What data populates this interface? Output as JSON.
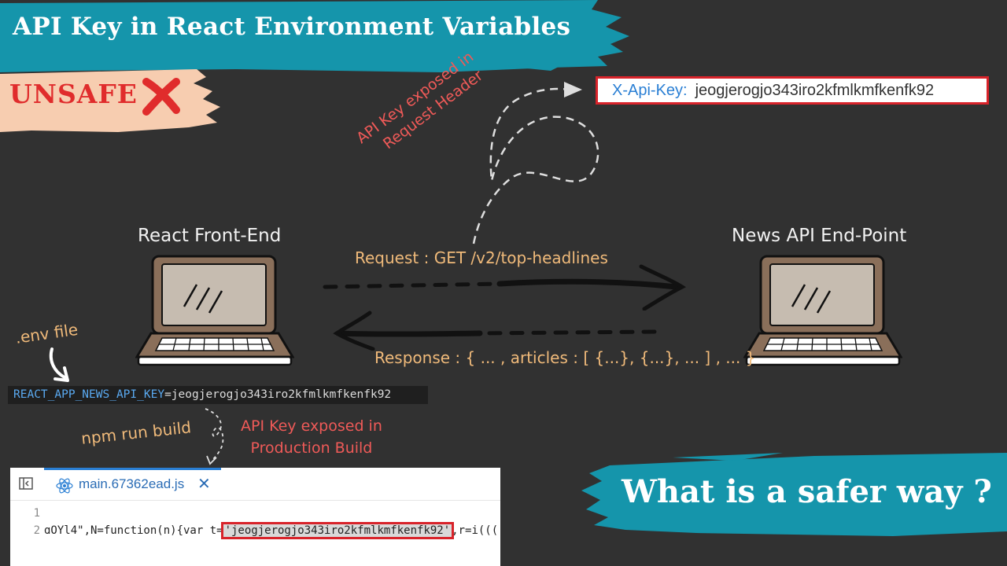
{
  "title": "API Key in React Environment Variables",
  "unsafe_label": "UNSAFE",
  "header_box": {
    "key": "X-Api-Key:",
    "value": "jeogjerogjo343iro2kfmlkmfkenfk92"
  },
  "header_note": {
    "line1": "API Key exposed in",
    "line2": "Request Header"
  },
  "frontend_label": "React Front-End",
  "backend_label": "News API End-Point",
  "request_label": "Request : GET /v2/top-headlines",
  "response_label": "Response : { ... , articles : [ {...}, {...}, ... ] , ... }",
  "env_file_label": ".env file",
  "env_line": {
    "key": "REACT_APP_NEWS_API_KEY",
    "eq": "=",
    "value": "jeogjerogjo343iro2kfmlkmfkenfk92"
  },
  "build_cmd": "npm run build",
  "build_note": {
    "line1": "API Key exposed in",
    "line2": "Production Build"
  },
  "code_panel": {
    "tab_label": "main.67362ead.js",
    "close_glyph": "✕",
    "line_numbers": [
      "1",
      "2"
    ],
    "code_prefix": "ɑOYl4\",N=function(n){var t=",
    "code_key": "'jeogjerogjo343iro2kfmlkmfkenfk92'",
    "code_suffix": ",r=i((("
  },
  "question": "What is a safer way ?",
  "colors": {
    "background": "#313131",
    "brush_teal": "#1595ab",
    "brush_peach": "#f7cdb0",
    "alert_red": "#d8232a",
    "note_peach": "#f0ba7a",
    "note_red": "#ef5a58",
    "laptop_brown": "#8a6f5a",
    "laptop_screen": "#c6bcb0"
  },
  "icons": [
    "x-mark-icon",
    "laptop-icon",
    "react-icon",
    "sidebar-toggle-icon",
    "close-icon"
  ]
}
